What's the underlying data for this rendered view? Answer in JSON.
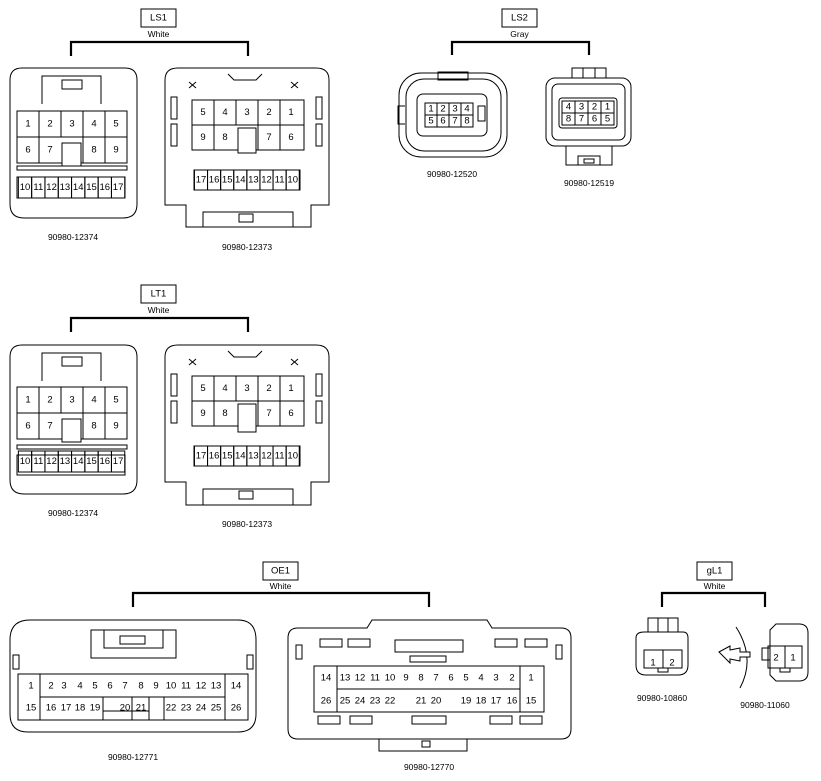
{
  "groups": {
    "ls1": {
      "name": "LS1",
      "color": "White",
      "parts": [
        "90980-12374",
        "90980-12373"
      ]
    },
    "ls2": {
      "name": "LS2",
      "color": "Gray",
      "parts": [
        "90980-12520",
        "90980-12519"
      ]
    },
    "lt1": {
      "name": "LT1",
      "color": "White",
      "parts": [
        "90980-12374",
        "90980-12373"
      ]
    },
    "oe1": {
      "name": "OE1",
      "color": "White",
      "parts": [
        "90980-12771",
        "90980-12770"
      ]
    },
    "gl1": {
      "name": "gL1",
      "color": "White",
      "parts": [
        "90980-10860",
        "90980-11060"
      ]
    }
  },
  "pins": {
    "c12374": {
      "row1": [
        "1",
        "2",
        "3",
        "4",
        "5"
      ],
      "row2": [
        "6",
        "7",
        "8",
        "9"
      ],
      "row3": [
        "10",
        "11",
        "12",
        "13",
        "14",
        "15",
        "16",
        "17"
      ]
    },
    "c12373": {
      "row1": [
        "5",
        "4",
        "3",
        "2",
        "1"
      ],
      "row2": [
        "9",
        "8",
        "7",
        "6"
      ],
      "row3": [
        "17",
        "16",
        "15",
        "14",
        "13",
        "12",
        "11",
        "10"
      ]
    },
    "c12520": {
      "row1": [
        "1",
        "2",
        "3",
        "4"
      ],
      "row2": [
        "5",
        "6",
        "7",
        "8"
      ]
    },
    "c12519": {
      "row1": [
        "4",
        "3",
        "2",
        "1"
      ],
      "row2": [
        "8",
        "7",
        "6",
        "5"
      ]
    },
    "c12771": {
      "row1": [
        "1",
        "2",
        "3",
        "4",
        "5",
        "6",
        "7",
        "8",
        "9",
        "10",
        "11",
        "12",
        "13",
        "14"
      ],
      "row2": [
        "15",
        "16",
        "17",
        "18",
        "19",
        "20",
        "21",
        "22",
        "23",
        "24",
        "25",
        "26"
      ]
    },
    "c12770": {
      "row1": [
        "14",
        "13",
        "12",
        "11",
        "10",
        "9",
        "8",
        "7",
        "6",
        "5",
        "4",
        "3",
        "2",
        "1"
      ],
      "row2": [
        "26",
        "25",
        "24",
        "23",
        "22",
        "21",
        "20",
        "19",
        "18",
        "17",
        "16",
        "15"
      ]
    },
    "c10860": [
      "1",
      "2"
    ],
    "c11060": [
      "2",
      "1"
    ]
  }
}
